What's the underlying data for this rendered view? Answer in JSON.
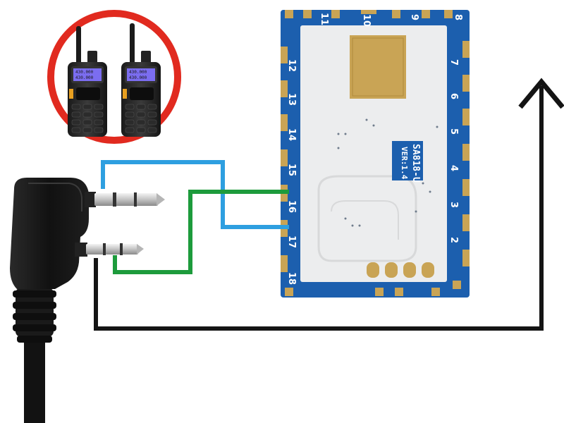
{
  "module": {
    "label_line1": "SA818-U",
    "label_line2": "VER:1.4",
    "pins_top": [
      "11",
      "10",
      "9",
      "8"
    ],
    "pins_left": [
      "12",
      "13",
      "14",
      "15",
      "16",
      "17",
      "18"
    ],
    "pins_right": [
      "7",
      "6",
      "5",
      "4",
      "3",
      "2"
    ]
  },
  "radio": {
    "lcd_line1": "430.000",
    "lcd_line2": "430.000"
  },
  "colors": {
    "pcb_blue": "#1c5fae",
    "pcb_white": "#ecedee",
    "pad_gold": "#c9a455",
    "wire_blue": "#2e9fe0",
    "wire_green": "#1d9b3c",
    "wire_black": "#141414",
    "circle_red": "#e12a1f"
  }
}
